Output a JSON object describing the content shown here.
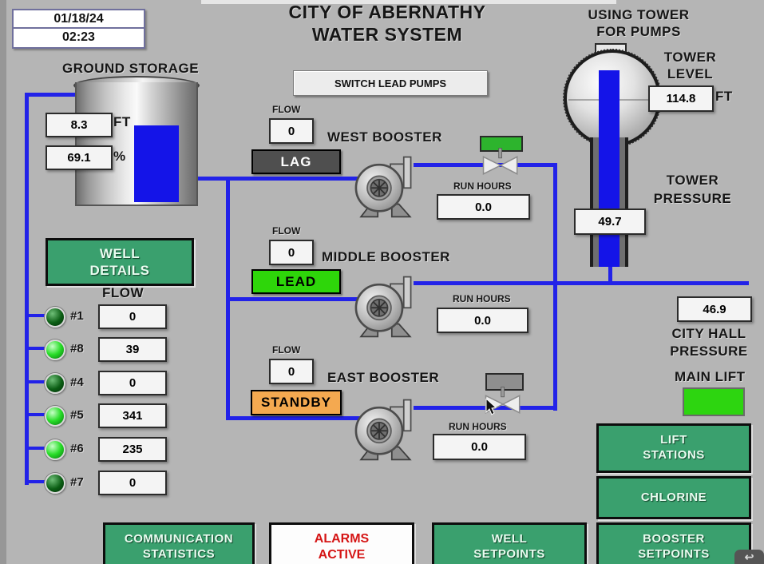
{
  "header": {
    "date": "01/18/24",
    "time": "02:23",
    "title_line1": "CITY OF ABERNATHY",
    "title_line2": "WATER SYSTEM",
    "switch_lead_pumps": "SWITCH LEAD PUMPS"
  },
  "ground_storage": {
    "label": "GROUND STORAGE",
    "level_ft": "8.3",
    "ft_unit": "FT",
    "level_pct": "69.1",
    "pct_unit": "%"
  },
  "tower": {
    "using_line1": "USING TOWER",
    "using_line2": "FOR PUMPS",
    "level_label1": "TOWER",
    "level_label2": "LEVEL",
    "level_value": "114.8",
    "level_unit": "FT",
    "pressure_label1": "TOWER",
    "pressure_label2": "PRESSURE",
    "pressure_value": "49.7"
  },
  "boosters": [
    {
      "name": "WEST BOOSTER",
      "flow_label": "FLOW",
      "flow": "0",
      "status": "LAG",
      "status_bg": "#4f4f4f",
      "status_fg": "#ffffff",
      "run_hours_label": "RUN HOURS",
      "run_hours": "0.0",
      "valve_color": "#2db42d"
    },
    {
      "name": "MIDDLE BOOSTER",
      "flow_label": "FLOW",
      "flow": "0",
      "status": "LEAD",
      "status_bg": "#2ed60a",
      "status_fg": "#000000",
      "run_hours_label": "RUN HOURS",
      "run_hours": "0.0",
      "valve_color": null
    },
    {
      "name": "EAST BOOSTER",
      "flow_label": "FLOW",
      "flow": "0",
      "status": "STANDBY",
      "status_bg": "#f4a950",
      "status_fg": "#000000",
      "run_hours_label": "RUN HOURS",
      "run_hours": "0.0",
      "valve_color": "#8f8f8f"
    }
  ],
  "wells": {
    "button_line1": "WELL",
    "button_line2": "DETAILS",
    "flow_header": "FLOW",
    "rows": [
      {
        "id": "#1",
        "flow": "0",
        "on": false
      },
      {
        "id": "#8",
        "flow": "39",
        "on": true
      },
      {
        "id": "#4",
        "flow": "0",
        "on": false
      },
      {
        "id": "#5",
        "flow": "341",
        "on": true
      },
      {
        "id": "#6",
        "flow": "235",
        "on": true
      },
      {
        "id": "#7",
        "flow": "0",
        "on": false
      }
    ]
  },
  "right_panel": {
    "city_hall_value": "46.9",
    "city_hall_label1": "CITY HALL",
    "city_hall_label2": "PRESSURE",
    "main_lift_label": "MAIN LIFT"
  },
  "nav": {
    "lift_stations_1": "LIFT",
    "lift_stations_2": "STATIONS",
    "chlorine": "CHLORINE",
    "booster_setpoints_1": "BOOSTER",
    "booster_setpoints_2": "SETPOINTS",
    "comm_stats_1": "COMMUNICATION",
    "comm_stats_2": "STATISTICS",
    "alarms_1": "ALARMS",
    "alarms_2": "ACTIVE",
    "well_setpoints_1": "WELL",
    "well_setpoints_2": "SETPOINTS"
  },
  "icons": {
    "back_arrow": "↩"
  },
  "colors": {
    "pipe": "#2222e8",
    "fill_blue": "#1414e8",
    "accent_green": "#3aa06e",
    "bright_green": "#2ed60a",
    "status_gray": "#4f4f4f",
    "standby_orange": "#f4a950",
    "alarm_red": "#d51515",
    "light_on": "#27dd27",
    "light_off": "#0b5e14",
    "main_lift_on": "#2dd510"
  }
}
